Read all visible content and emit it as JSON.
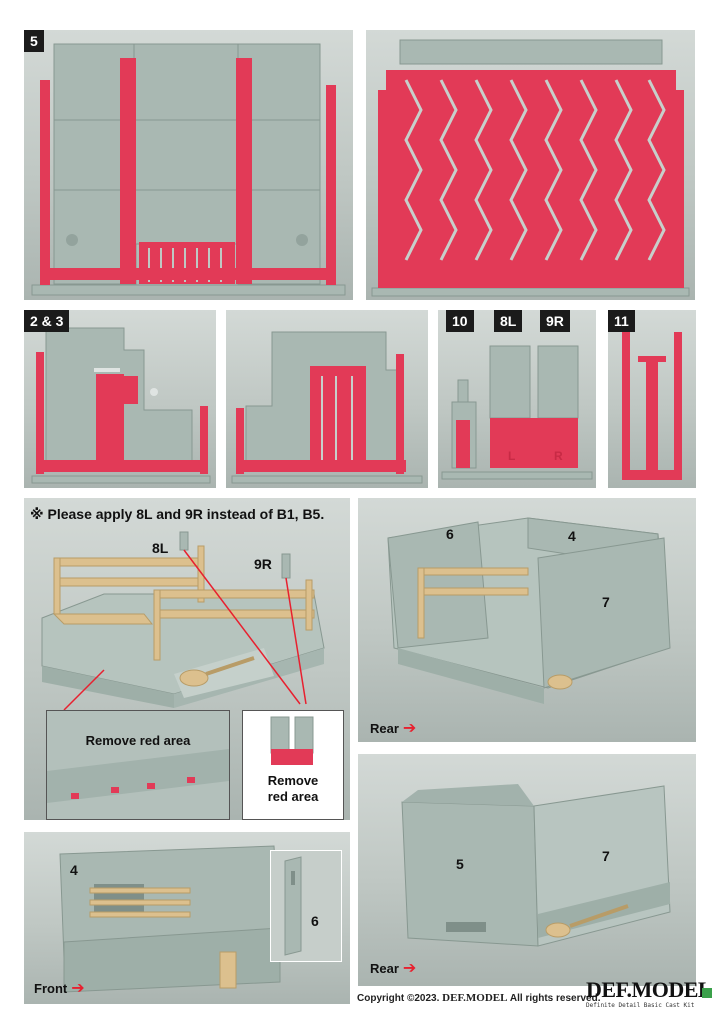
{
  "step_tags": {
    "p5": "5",
    "p23": "2 & 3",
    "p10": "10",
    "p8l": "8L",
    "p9r": "9R",
    "p11": "11"
  },
  "note": "※ Please apply 8L and 9R instead of B1, B5.",
  "callouts": {
    "c8l": "8L",
    "c9r": "9R",
    "c6": "6",
    "c4": "4",
    "c7": "7",
    "c4b": "4",
    "c6b": "6",
    "c5": "5",
    "c7b": "7"
  },
  "cast_letters": {
    "l": "L",
    "r": "R"
  },
  "insets": {
    "remove_red_area": "Remove red area",
    "remove_line1": "Remove",
    "remove_line2": "red area"
  },
  "directions": {
    "rear": "Rear",
    "front": "Front",
    "rear2": "Rear"
  },
  "footer": {
    "copyright": "Copyright ©2023.",
    "brand_inline": "DEF.MODEL",
    "rights": "All rights reserved.",
    "logo": "DEF.MODEL",
    "tagline": "Definite Detail Basic Cast Kit"
  },
  "colors": {
    "resin_red": "#e23a57",
    "plastic_grey": "#a9b8b2",
    "wood_tan": "#dcc08e",
    "arrow_red": "#e8202f",
    "tag_black": "#1b1b1b"
  }
}
